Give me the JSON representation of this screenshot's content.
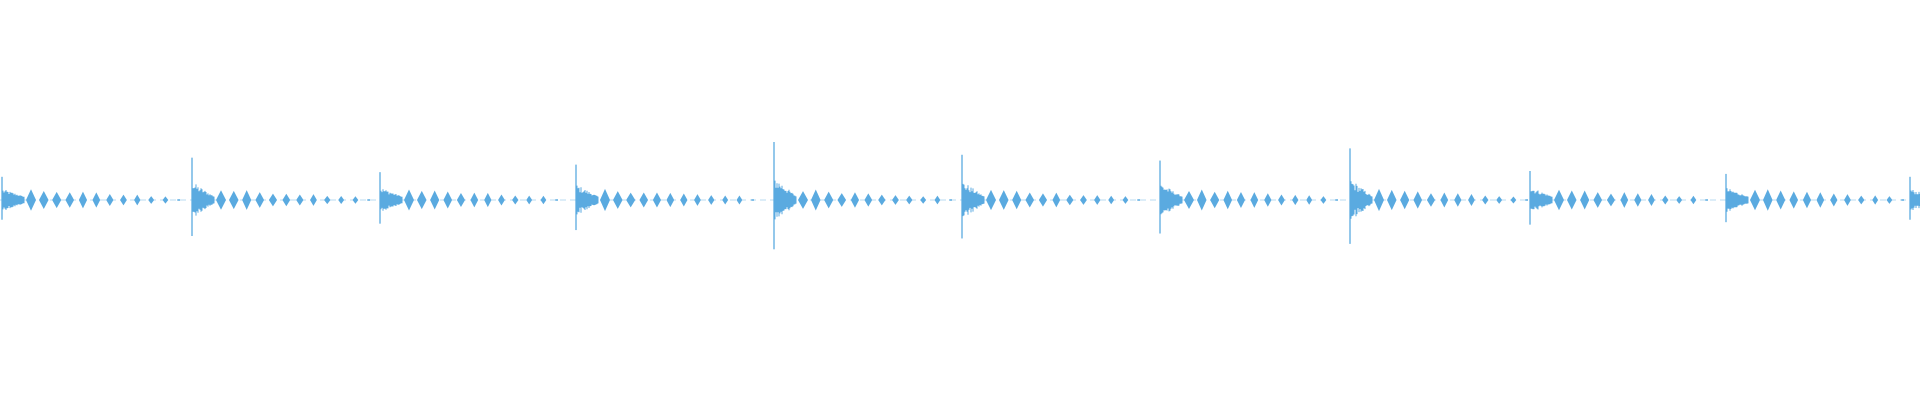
{
  "waveform": {
    "color": "#5aaae0",
    "background": "#ffffff",
    "beat_count": 11,
    "beats": [
      {
        "onset_fraction": 0.0,
        "peak_amplitude": 0.4,
        "decay": 0.06
      },
      {
        "onset_fraction": 0.099,
        "peak_amplitude": 0.73,
        "decay": 0.02
      },
      {
        "onset_fraction": 0.197,
        "peak_amplitude": 0.48,
        "decay": 0.03
      },
      {
        "onset_fraction": 0.299,
        "peak_amplitude": 0.61,
        "decay": 0.06
      },
      {
        "onset_fraction": 0.402,
        "peak_amplitude": 1.0,
        "decay": 0.01
      },
      {
        "onset_fraction": 0.5,
        "peak_amplitude": 0.78,
        "decay": 0.06
      },
      {
        "onset_fraction": 0.603,
        "peak_amplitude": 0.68,
        "decay": 0.04
      },
      {
        "onset_fraction": 0.702,
        "peak_amplitude": 0.89,
        "decay": 0.06
      },
      {
        "onset_fraction": 0.796,
        "peak_amplitude": 0.5,
        "decay": 0.02
      },
      {
        "onset_fraction": 0.898,
        "peak_amplitude": 0.45,
        "decay": 0.06
      },
      {
        "onset_fraction": 0.994,
        "peak_amplitude": 0.4,
        "decay": 0.06
      }
    ]
  }
}
